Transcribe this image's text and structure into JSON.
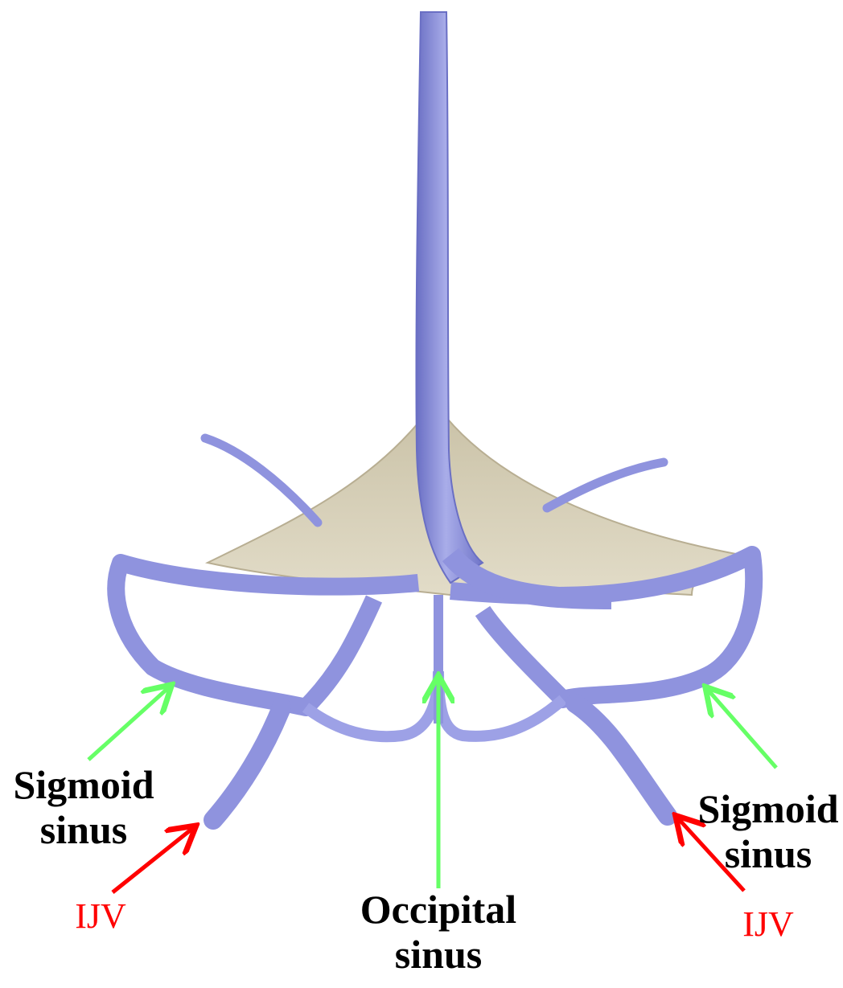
{
  "labels": {
    "left_sigmoid": {
      "line1": "Sigmoid",
      "line2": "sinus"
    },
    "right_sigmoid": {
      "line1": "Sigmoid",
      "line2": "sinus"
    },
    "occipital": {
      "line1": "Occipital",
      "line2": "sinus"
    },
    "left_ijv": "IJV",
    "right_ijv": "IJV"
  },
  "colors": {
    "vessel": "#8f93de",
    "vessel_dark": "#6a6fc4",
    "vessel_light": "#b8bbf0",
    "tentorium": "#d6cfb8",
    "tentorium_dark": "#b8ae92",
    "arrow_green": "#66ff66",
    "arrow_red": "#ff0000"
  }
}
